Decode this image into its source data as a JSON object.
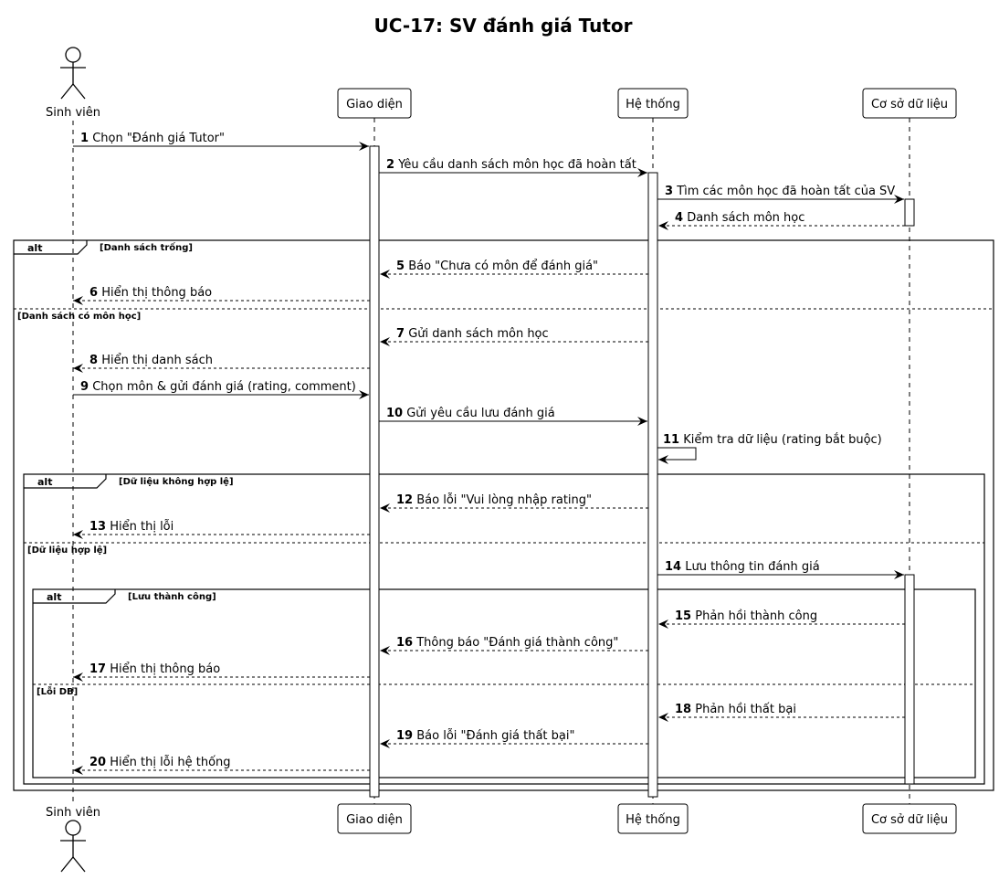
{
  "title": "UC-17: SV đánh giá Tutor",
  "participants": [
    {
      "name": "Sinh viên",
      "kind": "actor"
    },
    {
      "name": "Giao diện",
      "kind": "participant"
    },
    {
      "name": "Hệ thống",
      "kind": "participant"
    },
    {
      "name": "Cơ sở dữ liệu",
      "kind": "participant"
    }
  ],
  "messages": [
    {
      "num": "1",
      "text": "Chọn \"Đánh giá Tutor\"",
      "from": "Sinh viên",
      "to": "Giao diện",
      "style": "solid"
    },
    {
      "num": "2",
      "text": "Yêu cầu danh sách môn học đã hoàn tất",
      "from": "Giao diện",
      "to": "Hệ thống",
      "style": "solid"
    },
    {
      "num": "3",
      "text": "Tìm các môn học đã hoàn tất của SV",
      "from": "Hệ thống",
      "to": "Cơ sở dữ liệu",
      "style": "solid"
    },
    {
      "num": "4",
      "text": "Danh sách môn học",
      "from": "Cơ sở dữ liệu",
      "to": "Hệ thống",
      "style": "dashed"
    },
    {
      "num": "5",
      "text": "Báo \"Chưa có môn để đánh giá\"",
      "from": "Hệ thống",
      "to": "Giao diện",
      "style": "dashed"
    },
    {
      "num": "6",
      "text": "Hiển thị thông báo",
      "from": "Giao diện",
      "to": "Sinh viên",
      "style": "dashed"
    },
    {
      "num": "7",
      "text": "Gửi danh sách môn học",
      "from": "Hệ thống",
      "to": "Giao diện",
      "style": "dashed"
    },
    {
      "num": "8",
      "text": "Hiển thị danh sách",
      "from": "Giao diện",
      "to": "Sinh viên",
      "style": "dashed"
    },
    {
      "num": "9",
      "text": "Chọn môn & gửi đánh giá (rating, comment)",
      "from": "Sinh viên",
      "to": "Giao diện",
      "style": "solid"
    },
    {
      "num": "10",
      "text": "Gửi yêu cầu lưu đánh giá",
      "from": "Giao diện",
      "to": "Hệ thống",
      "style": "solid"
    },
    {
      "num": "11",
      "text": "Kiểm tra dữ liệu (rating bắt buộc)",
      "from": "Hệ thống",
      "to": "Hệ thống",
      "style": "self"
    },
    {
      "num": "12",
      "text": "Báo lỗi \"Vui lòng nhập rating\"",
      "from": "Hệ thống",
      "to": "Giao diện",
      "style": "dashed"
    },
    {
      "num": "13",
      "text": "Hiển thị lỗi",
      "from": "Giao diện",
      "to": "Sinh viên",
      "style": "dashed"
    },
    {
      "num": "14",
      "text": "Lưu thông tin đánh giá",
      "from": "Hệ thống",
      "to": "Cơ sở dữ liệu",
      "style": "solid"
    },
    {
      "num": "15",
      "text": "Phản hồi thành công",
      "from": "Cơ sở dữ liệu",
      "to": "Hệ thống",
      "style": "dashed"
    },
    {
      "num": "16",
      "text": "Thông báo \"Đánh giá thành công\"",
      "from": "Hệ thống",
      "to": "Giao diện",
      "style": "dashed"
    },
    {
      "num": "17",
      "text": "Hiển thị thông báo",
      "from": "Giao diện",
      "to": "Sinh viên",
      "style": "dashed"
    },
    {
      "num": "18",
      "text": "Phản hồi thất bại",
      "from": "Cơ sở dữ liệu",
      "to": "Hệ thống",
      "style": "dashed"
    },
    {
      "num": "19",
      "text": "Báo lỗi \"Đánh giá thất bại\"",
      "from": "Hệ thống",
      "to": "Giao diện",
      "style": "dashed"
    },
    {
      "num": "20",
      "text": "Hiển thị lỗi hệ thống",
      "from": "Giao diện",
      "to": "Sinh viên",
      "style": "dashed"
    }
  ],
  "fragments": [
    {
      "keyword": "alt",
      "guards": [
        "[Danh sách trống]",
        "[Danh sách có môn học]"
      ]
    },
    {
      "keyword": "alt",
      "guards": [
        "[Dữ liệu không hợp lệ]",
        "[Dữ liệu hợp lệ]"
      ]
    },
    {
      "keyword": "alt",
      "guards": [
        "[Lưu thành công]",
        "[Lỗi DB]"
      ]
    }
  ]
}
